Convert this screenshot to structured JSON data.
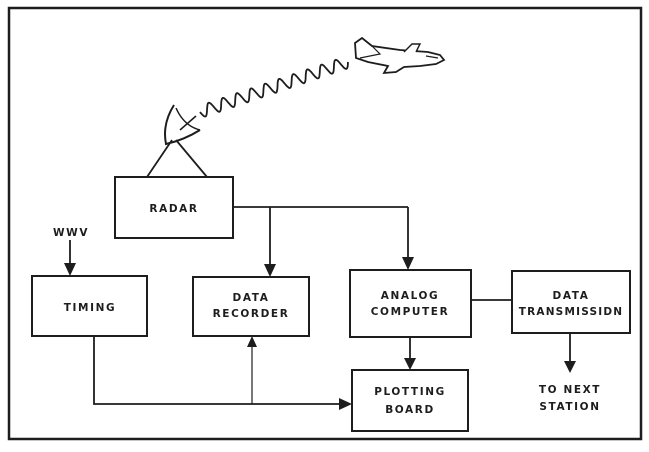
{
  "diagram": {
    "blocks": {
      "radar": [
        "RADAR"
      ],
      "timing": [
        "TIMING"
      ],
      "data_recorder": [
        "DATA",
        "RECORDER"
      ],
      "analog_computer": [
        "ANALOG",
        "COMPUTER"
      ],
      "data_transmission": [
        "DATA",
        "TRANSMISSIDN"
      ],
      "plotting_board": [
        "PLOTTING",
        "BOARD"
      ]
    },
    "labels": {
      "wwv": "WWV",
      "next_station": [
        "TO NEXT",
        "STATION"
      ]
    },
    "pictorials": [
      "airplane-icon",
      "radar-dish-icon",
      "radio-wave-icon"
    ]
  }
}
